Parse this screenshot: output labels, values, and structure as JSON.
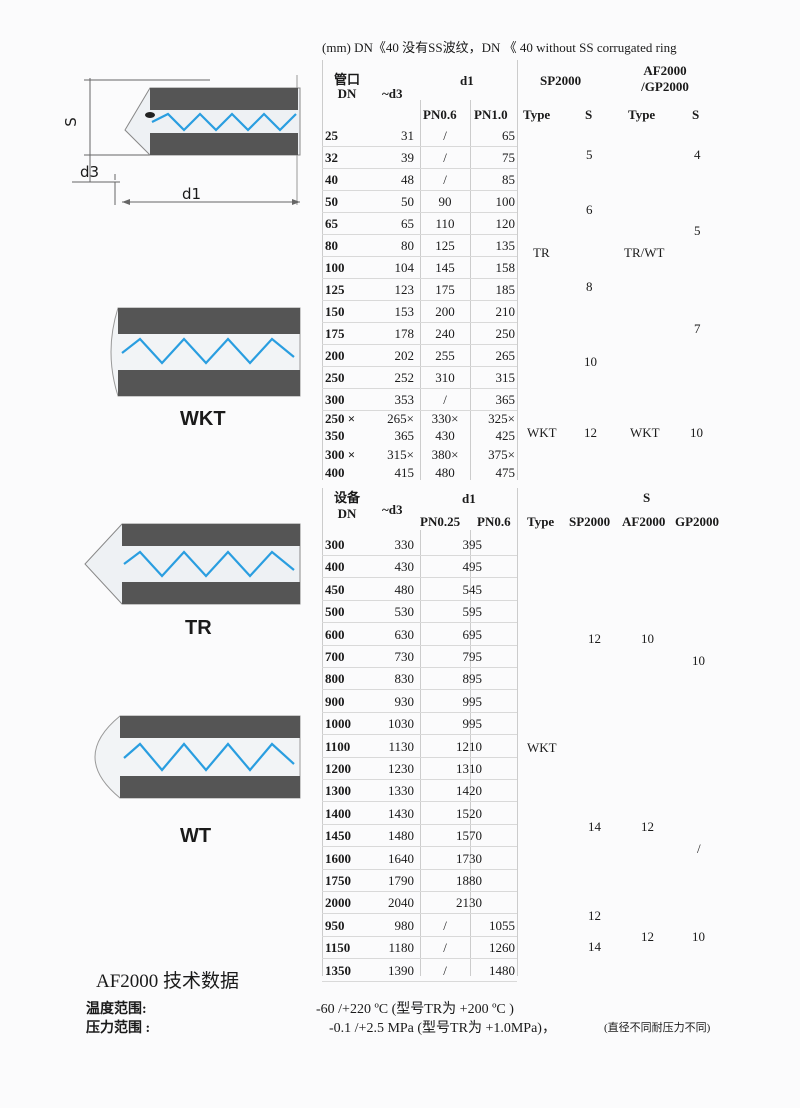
{
  "header": "(mm)  DN《40 没有SS波纹，DN 《 40 without SS corrugated ring",
  "diagram": {
    "s_label": "S",
    "d3_label": "d3",
    "d1_label": "d1",
    "labels": [
      "WKT",
      "TR",
      "WT"
    ]
  },
  "table1": {
    "headers": {
      "dn": [
        "管口",
        "DN"
      ],
      "d3": "~d3",
      "d1": "d1",
      "pn06": "PN0.6",
      "pn10": "PN1.0",
      "sp2000": "SP2000",
      "sp_type": "Type",
      "sp_s": "S",
      "af2000": [
        "AF2000",
        "/GP2000"
      ],
      "af_type": "Type",
      "af_s": "S"
    },
    "rows": [
      [
        "25",
        "31",
        "/",
        "65"
      ],
      [
        "32",
        "39",
        "/",
        "75"
      ],
      [
        "40",
        "48",
        "/",
        "85"
      ],
      [
        "50",
        "50",
        "90",
        "100"
      ],
      [
        "65",
        "65",
        "110",
        "120"
      ],
      [
        "80",
        "80",
        "125",
        "135"
      ],
      [
        "100",
        "104",
        "145",
        "158"
      ],
      [
        "125",
        "123",
        "175",
        "185"
      ],
      [
        "150",
        "153",
        "200",
        "210"
      ],
      [
        "175",
        "178",
        "240",
        "250"
      ],
      [
        "200",
        "202",
        "255",
        "265"
      ],
      [
        "250",
        "252",
        "310",
        "315"
      ],
      [
        "300",
        "353",
        "/",
        "365"
      ],
      [
        "250 ×",
        "265×",
        "330×",
        "325×"
      ],
      [
        "350",
        "365",
        "430",
        "425"
      ],
      [
        "300 ×",
        "315×",
        "380×",
        "375×"
      ],
      [
        "400",
        "415",
        "480",
        "475"
      ]
    ],
    "sp_s_values": [
      "5",
      "6",
      "8",
      "10",
      "12"
    ],
    "sp_types": [
      "TR",
      "WKT"
    ],
    "af_types": [
      "TR/WT",
      "WKT"
    ],
    "af_s_values": [
      "4",
      "5",
      "7",
      "10"
    ]
  },
  "table2": {
    "headers": {
      "dn": [
        "设备",
        "DN"
      ],
      "d3": "~d3",
      "d1": "d1",
      "pn025": "PN0.25",
      "pn06": "PN0.6",
      "type": "Type",
      "s": "S",
      "sp2000": "SP2000",
      "af2000": "AF2000",
      "gp2000": "GP2000"
    },
    "rows": [
      [
        "300",
        "330",
        "395",
        ""
      ],
      [
        "400",
        "430",
        "495",
        ""
      ],
      [
        "450",
        "480",
        "545",
        ""
      ],
      [
        "500",
        "530",
        "595",
        ""
      ],
      [
        "600",
        "630",
        "695",
        ""
      ],
      [
        "700",
        "730",
        "795",
        ""
      ],
      [
        "800",
        "830",
        "895",
        ""
      ],
      [
        "900",
        "930",
        "995",
        ""
      ],
      [
        "1000",
        "1030",
        "995",
        ""
      ],
      [
        "1100",
        "1130",
        "1210",
        ""
      ],
      [
        "1200",
        "1230",
        "1310",
        ""
      ],
      [
        "1300",
        "1330",
        "1420",
        ""
      ],
      [
        "1400",
        "1430",
        "1520",
        ""
      ],
      [
        "1450",
        "1480",
        "1570",
        ""
      ],
      [
        "1600",
        "1640",
        "1730",
        ""
      ],
      [
        "1750",
        "1790",
        "1880",
        ""
      ],
      [
        "2000",
        "2040",
        "2130",
        ""
      ],
      [
        "950",
        "980",
        "/",
        "1055"
      ],
      [
        "1150",
        "1180",
        "/",
        "1260"
      ],
      [
        "1350",
        "1390",
        "/",
        "1480"
      ]
    ],
    "type_value": "WKT",
    "sp_values": [
      "12",
      "14",
      "12",
      "14"
    ],
    "af_values": [
      "10",
      "12",
      "12"
    ],
    "gp_values": [
      "10",
      "/",
      "10"
    ]
  },
  "tech": {
    "title": "AF2000  技术数据",
    "temp_label": "温度范围:",
    "temp_value": "-60 /+220 ºC  (型号TR为  +200 ºC )",
    "press_label": "压力范围  :",
    "press_value": "-0.1 /+2.5 MPa   (型号TR为  +1.0MPa)，",
    "press_note": "(直径不同耐压力不同)"
  }
}
